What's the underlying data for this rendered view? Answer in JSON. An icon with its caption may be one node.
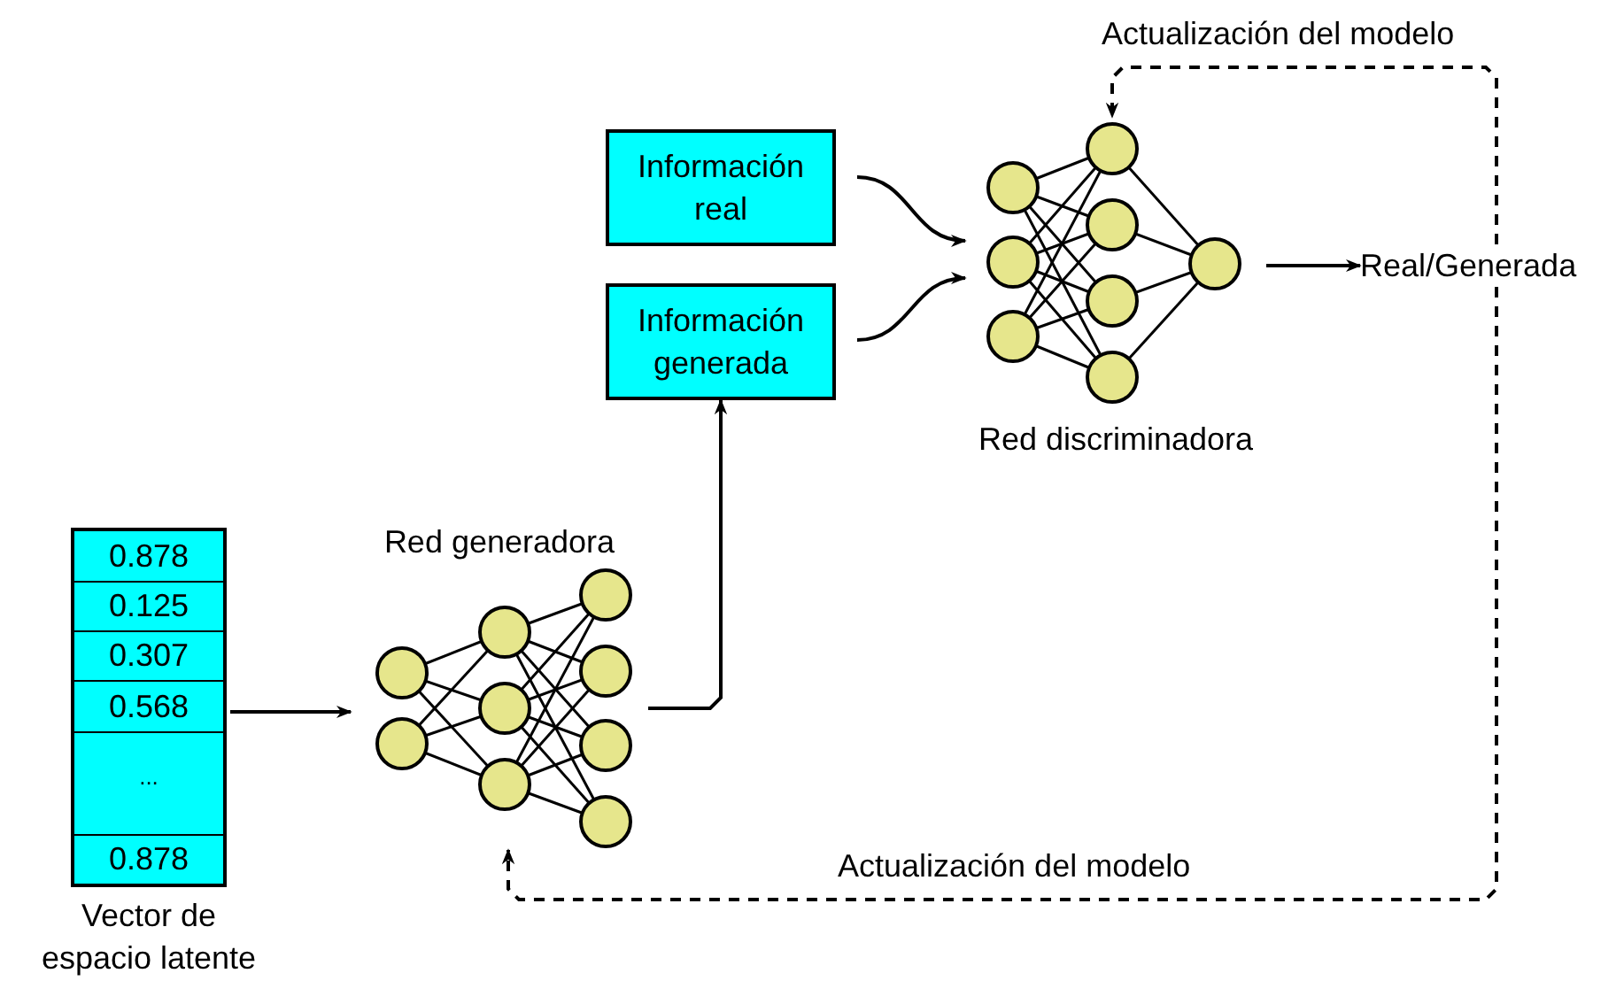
{
  "diagram": {
    "nodes": [
      {
        "text": [],
        "shape": "box",
        "beside": [
          "Vector de espacio latente"
        ]
      },
      {
        "text": [
          "0.878"
        ],
        "in": 0
      },
      {
        "text": [
          "0.125"
        ],
        "in": 0
      },
      {
        "text": [
          "0.307"
        ],
        "in": 0
      },
      {
        "text": [
          "0.568"
        ],
        "in": 0
      },
      {
        "text": [
          "..."
        ],
        "in": 0
      },
      {
        "text": [
          "0.878"
        ],
        "in": 0
      },
      {
        "text": [
          "Red generadora"
        ]
      },
      {
        "text": [
          "Información real"
        ]
      },
      {
        "text": [
          "Información generada"
        ]
      },
      {
        "text": [
          "Red discriminadora"
        ]
      },
      {
        "text": [
          "Real/Generada"
        ]
      }
    ],
    "edges": [
      {
        "from": 0,
        "to": 7,
        "arrow": "to"
      },
      {
        "from": 7,
        "to": 9,
        "arrow": "to"
      },
      {
        "from": 8,
        "to": 10,
        "arrow": "to"
      },
      {
        "from": 9,
        "to": 10,
        "arrow": "to"
      },
      {
        "from": 10,
        "to": 11,
        "arrow": "to"
      },
      {
        "from": 11,
        "to": 10,
        "arrow": "to",
        "style": "dashed",
        "label": "Actualización del modelo"
      },
      {
        "from": 11,
        "to": 7,
        "arrow": "to",
        "style": "dashed",
        "label": "Actualización del modelo"
      }
    ]
  }
}
